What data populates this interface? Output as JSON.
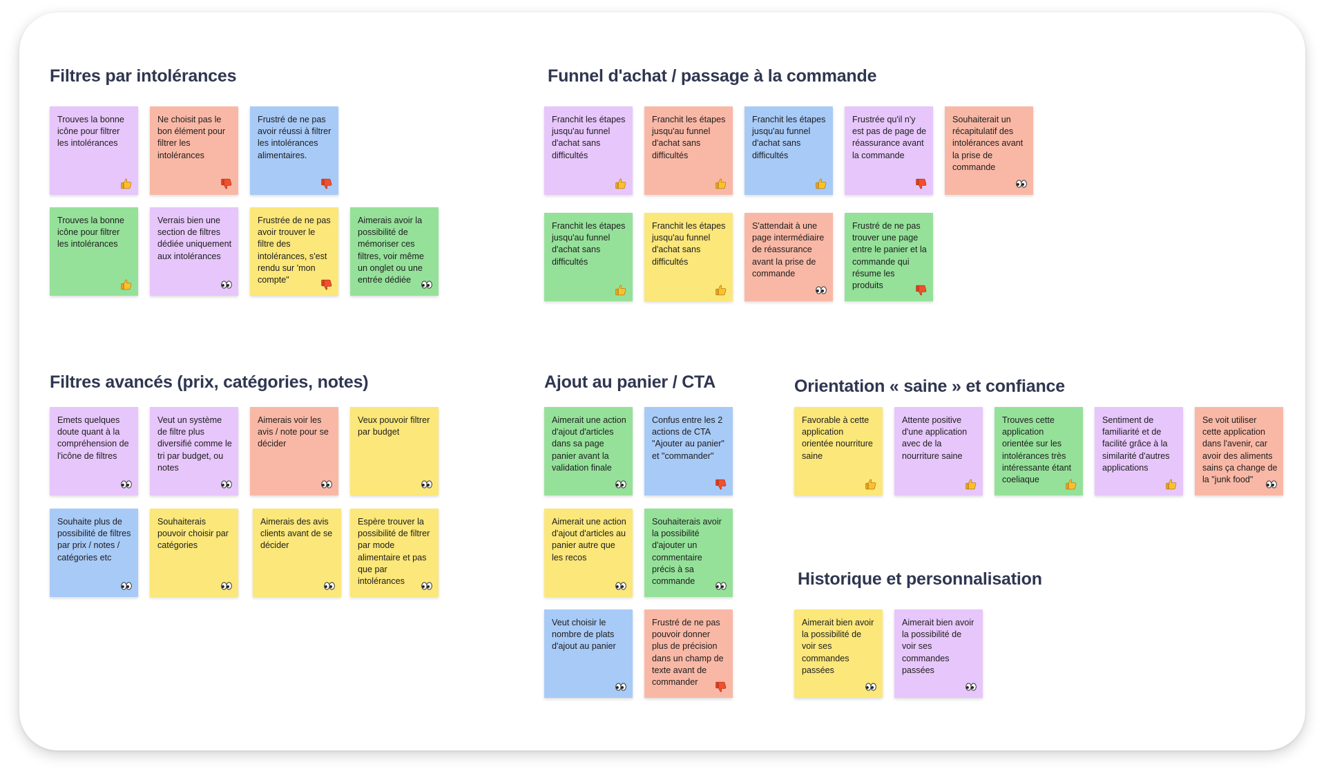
{
  "colors": {
    "purple": "#e7c6fb",
    "salmon": "#f9b8a6",
    "blue": "#a8caf7",
    "green": "#95e19a",
    "yellow": "#fbe77a",
    "title": "#2f3650"
  },
  "sections": [
    {
      "title": "Filtres par intolérances",
      "notes": [
        {
          "text": "Trouves la bonne icône pour filtrer les intolérances",
          "color": "purple",
          "icon": "thumbs-up"
        },
        {
          "text": "Ne choisit pas le bon élément pour filtrer les intolérances",
          "color": "salmon",
          "icon": "thumbs-down"
        },
        {
          "text": "Frustré de ne pas avoir réussi à filtrer les intolérances alimentaires.",
          "color": "blue",
          "icon": "thumbs-down"
        },
        {
          "text": "Trouves la bonne icône pour filtrer les intolérances",
          "color": "green",
          "icon": "thumbs-up"
        },
        {
          "text": "Verrais bien une section de filtres dédiée uniquement aux intolérances",
          "color": "purple",
          "icon": "eyes"
        },
        {
          "text": "Frustrée de ne pas avoir trouver le filtre des intolérances, s'est rendu sur 'mon compte\"",
          "color": "yellow",
          "icon": "thumbs-down"
        },
        {
          "text": "Aimerais avoir la possibilité de mémoriser ces filtres, voir même un onglet ou une entrée dédiée",
          "color": "green",
          "icon": "eyes"
        }
      ]
    },
    {
      "title": "Funnel d'achat / passage à la commande",
      "notes": [
        {
          "text": "Franchit les étapes jusqu'au funnel d'achat sans difficultés",
          "color": "purple",
          "icon": "thumbs-up"
        },
        {
          "text": "Franchit les étapes jusqu'au funnel d'achat sans difficultés",
          "color": "salmon",
          "icon": "thumbs-up"
        },
        {
          "text": "Franchit les étapes jusqu'au funnel d'achat sans difficultés",
          "color": "blue",
          "icon": "thumbs-up"
        },
        {
          "text": "Frustrée qu'il n'y est pas de page de réassurance avant la commande",
          "color": "purple",
          "icon": "thumbs-down"
        },
        {
          "text": "Souhaiterait un récapitulatif des intolérances avant la prise de commande",
          "color": "salmon",
          "icon": "eyes"
        },
        {
          "text": "Franchit les étapes jusqu'au funnel d'achat sans difficultés",
          "color": "green",
          "icon": "thumbs-up"
        },
        {
          "text": "Franchit les étapes jusqu'au funnel d'achat sans difficultés",
          "color": "yellow",
          "icon": "thumbs-up"
        },
        {
          "text": "S'attendait à une page intermédiaire de réassurance avant la prise de commande",
          "color": "salmon",
          "icon": "eyes"
        },
        {
          "text": "Frustré de ne pas trouver une page entre le panier et la commande qui résume les produits",
          "color": "green",
          "icon": "thumbs-down"
        }
      ]
    },
    {
      "title": "Filtres avancés (prix, catégories, notes)",
      "notes": [
        {
          "text": "Emets quelques doute quant à la compréhension de l'icône de filtres",
          "color": "purple",
          "icon": "eyes"
        },
        {
          "text": "Veut un système de filtre plus diversifié comme le tri par budget, ou notes",
          "color": "purple",
          "icon": "eyes"
        },
        {
          "text": "Aimerais voir les avis / note pour se décider",
          "color": "salmon",
          "icon": "eyes"
        },
        {
          "text": "Veux pouvoir filtrer par budget",
          "color": "yellow",
          "icon": "eyes"
        },
        {
          "text": "Souhaite plus de possibilité de filtres par prix / notes / catégories etc",
          "color": "blue",
          "icon": "eyes"
        },
        {
          "text": "Souhaiterais pouvoir choisir par catégories",
          "color": "yellow",
          "icon": "eyes"
        },
        {
          "text": "Aimerais des avis clients avant de se décider",
          "color": "yellow",
          "icon": "eyes"
        },
        {
          "text": "Espère trouver la possibilité de filtrer par mode alimentaire et pas que par intolérances",
          "color": "yellow",
          "icon": "eyes"
        }
      ]
    },
    {
      "title": "Ajout au panier / CTA",
      "notes": [
        {
          "text": "Aimerait une action d'ajout d'articles dans sa page panier avant la validation finale",
          "color": "green",
          "icon": "eyes"
        },
        {
          "text": "Confus entre les 2 actions de CTA \"Ajouter au panier\" et \"commander\"",
          "color": "blue",
          "icon": "thumbs-down"
        },
        {
          "text": "Aimerait une action d'ajout d'articles au panier autre que les recos",
          "color": "yellow",
          "icon": "eyes"
        },
        {
          "text": "Souhaiterais avoir la possibilité d'ajouter un commentaire précis à sa commande",
          "color": "green",
          "icon": "eyes"
        },
        {
          "text": "Veut choisir le nombre de plats d'ajout au panier",
          "color": "blue",
          "icon": "eyes"
        },
        {
          "text": "Frustré de ne pas pouvoir donner plus de précision dans un champ de texte avant de commander",
          "color": "salmon",
          "icon": "thumbs-down"
        }
      ]
    },
    {
      "title": "Orientation « saine » et confiance",
      "notes": [
        {
          "text": "Favorable à cette application orientée nourriture saine",
          "color": "yellow",
          "icon": "thumbs-up"
        },
        {
          "text": "Attente positive d'une application avec de la nourriture saine",
          "color": "purple",
          "icon": "thumbs-up"
        },
        {
          "text": "Trouves cette application orientée sur les intolérances très intéressante étant coeliaque",
          "color": "green",
          "icon": "thumbs-up"
        },
        {
          "text": "Sentiment de familiarité et de facilité grâce à la similarité d'autres applications",
          "color": "purple",
          "icon": "thumbs-up"
        },
        {
          "text": "Se voit utiliser cette application dans l'avenir, car avoir des aliments sains ça change de la \"junk food\"",
          "color": "salmon",
          "icon": "eyes"
        }
      ]
    },
    {
      "title": "Historique et personnalisation",
      "notes": [
        {
          "text": "Aimerait bien avoir la possibilité de voir ses commandes passées",
          "color": "yellow",
          "icon": "eyes"
        },
        {
          "text": "Aimerait bien avoir la possibilité de voir ses commandes passées",
          "color": "purple",
          "icon": "eyes"
        }
      ]
    }
  ]
}
